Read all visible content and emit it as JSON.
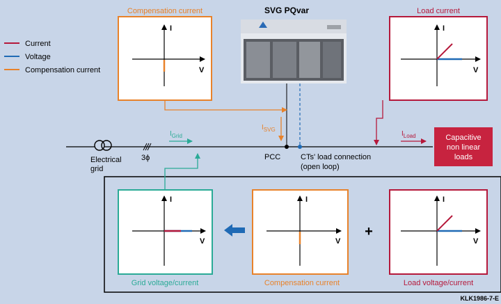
{
  "legend": {
    "current": "Current",
    "voltage": "Voltage",
    "compensation": "Compensation current"
  },
  "device": {
    "title": "SVG PQvar"
  },
  "top_panels": {
    "compensation_title": "Compensation current",
    "load_title": "Load current"
  },
  "axes": {
    "i_label": "I",
    "v_label": "V"
  },
  "line": {
    "source_label_1": "Electrical",
    "source_label_2": "grid",
    "phase_label": "3ϕ",
    "i_grid_main": "I",
    "i_grid_sub": "Grid",
    "i_svg_main": "I",
    "i_svg_sub": "SVG",
    "i_load_main": "I",
    "i_load_sub": "Load",
    "pcc_label": "PCC",
    "ct_label_1": "CTs' load connection",
    "ct_label_2": "(open loop)"
  },
  "load_box": {
    "line1": "Capacitive",
    "line2": "non linear",
    "line3": "loads"
  },
  "bottom_panels": {
    "grid_title": "Grid voltage/current",
    "compensation_title": "Compensation current",
    "load_title": "Load voltage/current",
    "plus": "+"
  },
  "footer": {
    "code": "KLK1986-7-E"
  },
  "colors": {
    "current": "#b5183a",
    "voltage": "#1f6ab5",
    "compensation": "#e8822a",
    "grid": "#2aaa96",
    "panel_bg": "#ffffff",
    "background": "#c8d5e8"
  }
}
